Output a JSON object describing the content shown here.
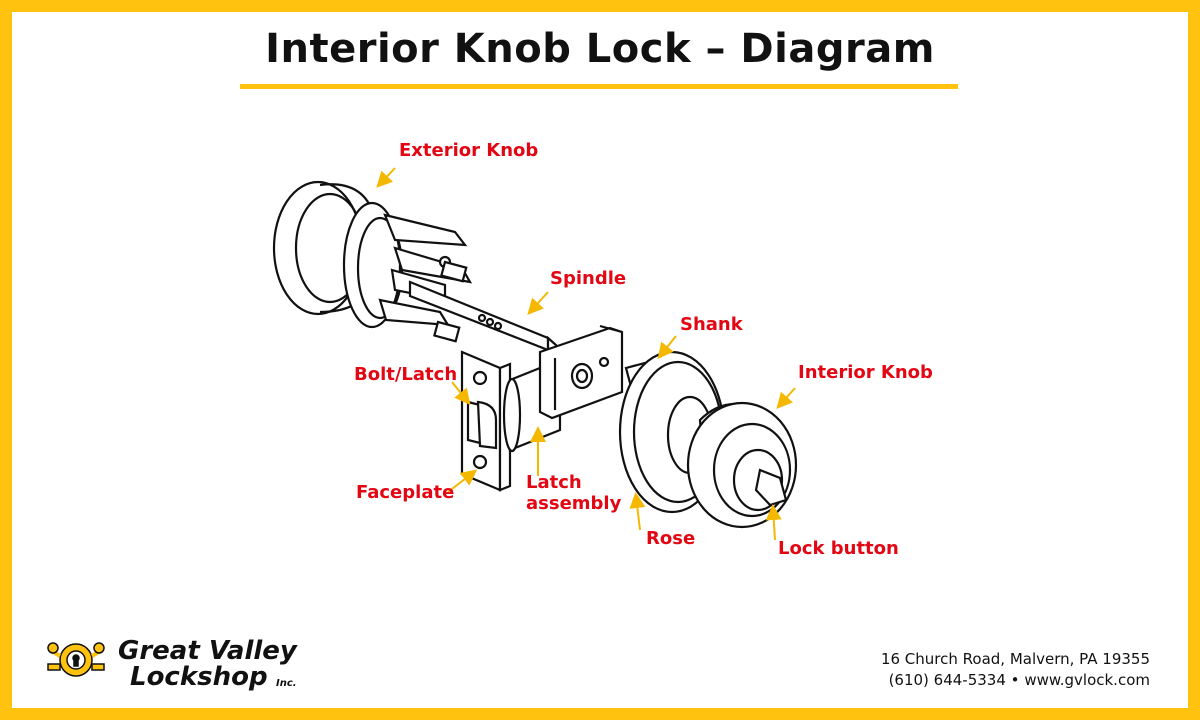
{
  "title": "Interior Knob Lock – Diagram",
  "labels": {
    "exterior_knob": "Exterior Knob",
    "spindle": "Spindle",
    "shank": "Shank",
    "interior_knob": "Interior Knob",
    "bolt_latch": "Bolt/Latch",
    "faceplate": "Faceplate",
    "latch_assembly_1": "Latch",
    "latch_assembly_2": "assembly",
    "rose": "Rose",
    "lock_button": "Lock button"
  },
  "company": {
    "name_line1": "Great Valley",
    "name_line2": "Lockshop",
    "suffix": "Inc.",
    "address": "16 Church Road, Malvern, PA 19355",
    "phone": "(610) 644-5334",
    "separator": "•",
    "website": "www.gvlock.com"
  },
  "colors": {
    "border": "#ffc20e",
    "label": "#e30613",
    "arrow": "#f5b800",
    "ink": "#111111"
  }
}
